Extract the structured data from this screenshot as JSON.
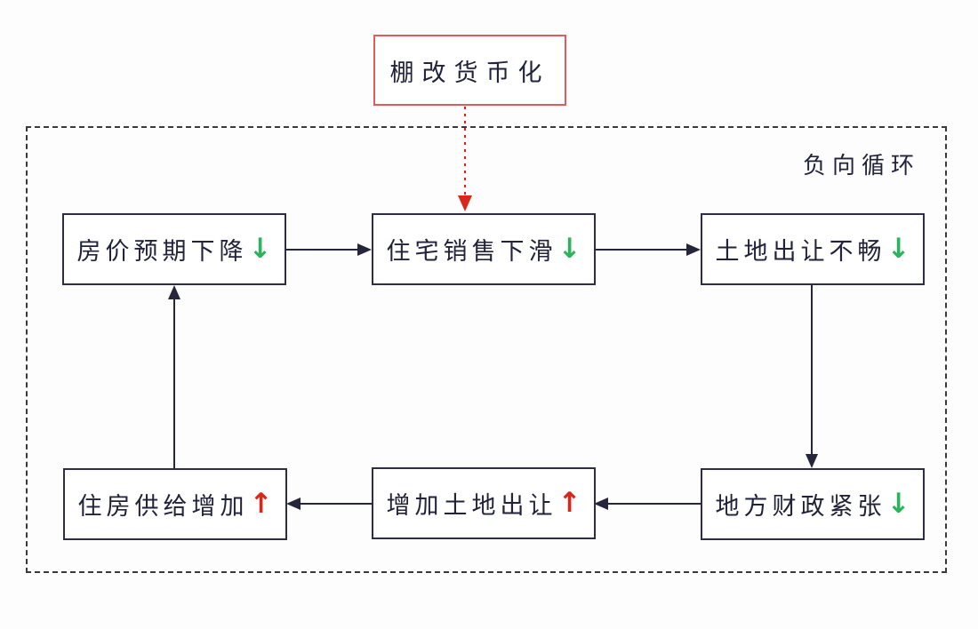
{
  "diagram_title": "负向循环",
  "trigger": {
    "label": "棚改货币化"
  },
  "cycle_label": "负向循环",
  "nodes": [
    {
      "id": "price-expectation-decline",
      "label": "房价预期下降",
      "arrow": "↓",
      "trend": "down",
      "arrow_color": "#2db25e"
    },
    {
      "id": "housing-sales-decline",
      "label": "住宅销售下滑",
      "arrow": "↓",
      "trend": "down",
      "arrow_color": "#2db25e"
    },
    {
      "id": "land-sales-sluggish",
      "label": "土地出让不畅",
      "arrow": "↓",
      "trend": "down",
      "arrow_color": "#2db25e"
    },
    {
      "id": "local-fiscal-strain",
      "label": "地方财政紧张",
      "arrow": "↓",
      "trend": "down",
      "arrow_color": "#2db25e"
    },
    {
      "id": "increase-land-supply",
      "label": "增加土地出让",
      "arrow": "↑",
      "trend": "up",
      "arrow_color": "#d8281b"
    },
    {
      "id": "housing-supply-increase",
      "label": "住房供给增加",
      "arrow": "↑",
      "trend": "up",
      "arrow_color": "#d8281b"
    }
  ],
  "edges": [
    {
      "from": "棚改货币化",
      "to": "住宅销售下滑",
      "style": "dashed-red"
    },
    {
      "from": "房价预期下降",
      "to": "住宅销售下滑",
      "style": "solid"
    },
    {
      "from": "住宅销售下滑",
      "to": "土地出让不畅",
      "style": "solid"
    },
    {
      "from": "土地出让不畅",
      "to": "地方财政紧张",
      "style": "solid"
    },
    {
      "from": "地方财政紧张",
      "to": "增加土地出让",
      "style": "solid"
    },
    {
      "from": "增加土地出让",
      "to": "住房供给增加",
      "style": "solid"
    },
    {
      "from": "住房供给增加",
      "to": "房价预期下降",
      "style": "solid"
    }
  ],
  "colors": {
    "node_border": "#2d2d45",
    "node_text": "#22223a",
    "trigger_border": "#e05c5c",
    "trigger_arrow_red": "#d8281b",
    "trend_up_red": "#d8281b",
    "trend_down_green": "#2db25e",
    "connector": "#26263a",
    "frame_border": "#3a3a3a",
    "canvas_bg": "#fdfdfe"
  }
}
